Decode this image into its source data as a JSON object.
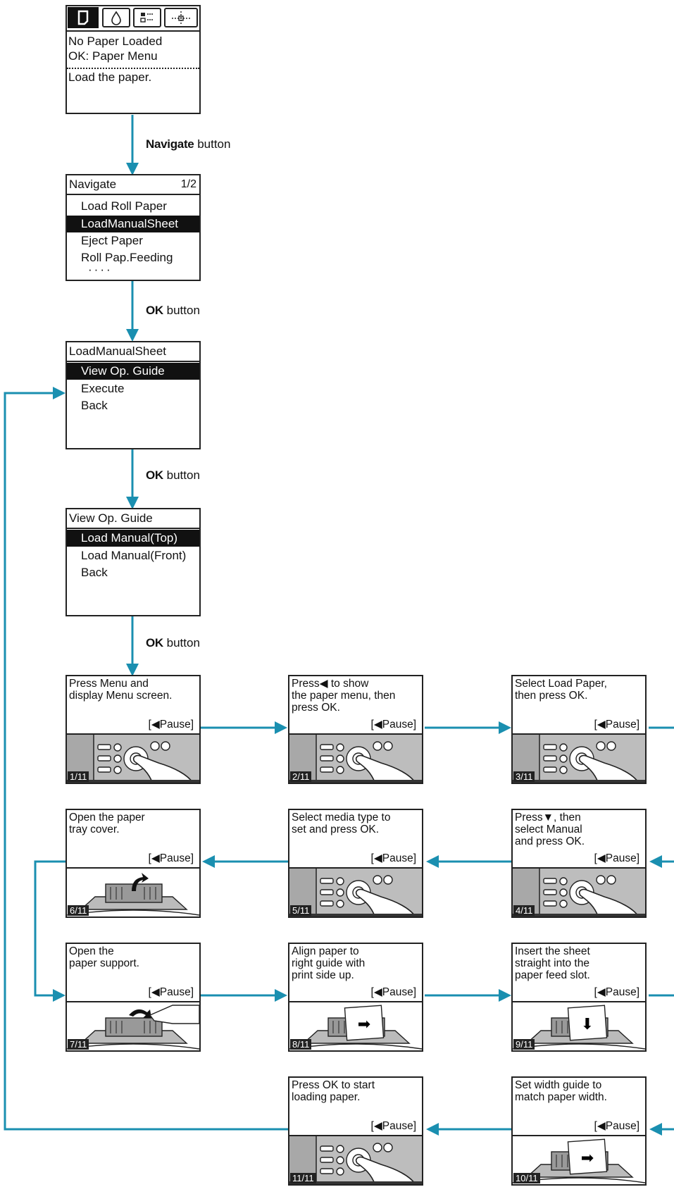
{
  "start_screen": {
    "tabs": [
      "paper-icon",
      "ink-drop-icon",
      "settings-grid-icon",
      "crosshair-icon"
    ],
    "line1": "No Paper Loaded",
    "line2": "OK: Paper Menu",
    "message": "Load the paper."
  },
  "edges": {
    "e1_bold": "Navigate",
    "e1_rest": " button",
    "e2_bold": "OK",
    "e2_rest": " button",
    "e3_bold": "OK",
    "e3_rest": " button",
    "e4_bold": "OK",
    "e4_rest": " button"
  },
  "navigate_menu": {
    "title": "Navigate",
    "page": "1/2",
    "items": [
      "Load Roll Paper",
      "LoadManualSheet",
      "Eject Paper",
      "Roll Pap.Feeding"
    ],
    "selected_index": 1,
    "more": "····"
  },
  "loadmanual_menu": {
    "title": "LoadManualSheet",
    "items": [
      "View Op. Guide",
      "Execute",
      "Back"
    ],
    "selected_index": 0
  },
  "opguide_menu": {
    "title": "View Op. Guide",
    "items": [
      "Load Manual(Top)",
      "Load Manual(Front)",
      "Back"
    ],
    "selected_index": 0
  },
  "steps": [
    {
      "text": "Press Menu and\ndisplay Menu screen.",
      "pause": "[◀Pause]",
      "page": "1/11",
      "image": "control-panel-hand-icon"
    },
    {
      "text": "Press◀ to show\nthe paper menu, then\npress OK.",
      "pause": "[◀Pause]",
      "page": "2/11",
      "image": "control-panel-hand-icon"
    },
    {
      "text": "Select Load Paper,\nthen press OK.",
      "pause": "[◀Pause]",
      "page": "3/11",
      "image": "control-panel-hand-icon"
    },
    {
      "text": "Press▼, then\nselect Manual\nand press OK.",
      "pause": "[◀Pause]",
      "page": "4/11",
      "image": "control-panel-hand-icon"
    },
    {
      "text": "Select media type to\nset and press OK.",
      "pause": "[◀Pause]",
      "page": "5/11",
      "image": "control-panel-hand-icon"
    },
    {
      "text": "Open the paper\ntray cover.",
      "pause": "[◀Pause]",
      "page": "6/11",
      "image": "printer-tray-cover-icon"
    },
    {
      "text": "Open the\npaper support.",
      "pause": "[◀Pause]",
      "page": "7/11",
      "image": "printer-paper-support-icon"
    },
    {
      "text": "Align paper to\nright guide with\nprint side up.",
      "pause": "[◀Pause]",
      "page": "8/11",
      "image": "paper-align-right-icon"
    },
    {
      "text": "Insert the sheet\nstraight into the\npaper feed slot.",
      "pause": "[◀Pause]",
      "page": "9/11",
      "image": "paper-insert-down-icon"
    },
    {
      "text": "Set width guide to\nmatch paper width.",
      "pause": "[◀Pause]",
      "page": "10/11",
      "image": "width-guide-icon"
    },
    {
      "text": "Press OK to start\nloading paper.",
      "pause": "[◀Pause]",
      "page": "11/11",
      "image": "control-panel-hand-icon"
    }
  ],
  "colors": {
    "arrow": "#1a8fb0",
    "screen_border": "#222222",
    "highlight": "#111111"
  }
}
